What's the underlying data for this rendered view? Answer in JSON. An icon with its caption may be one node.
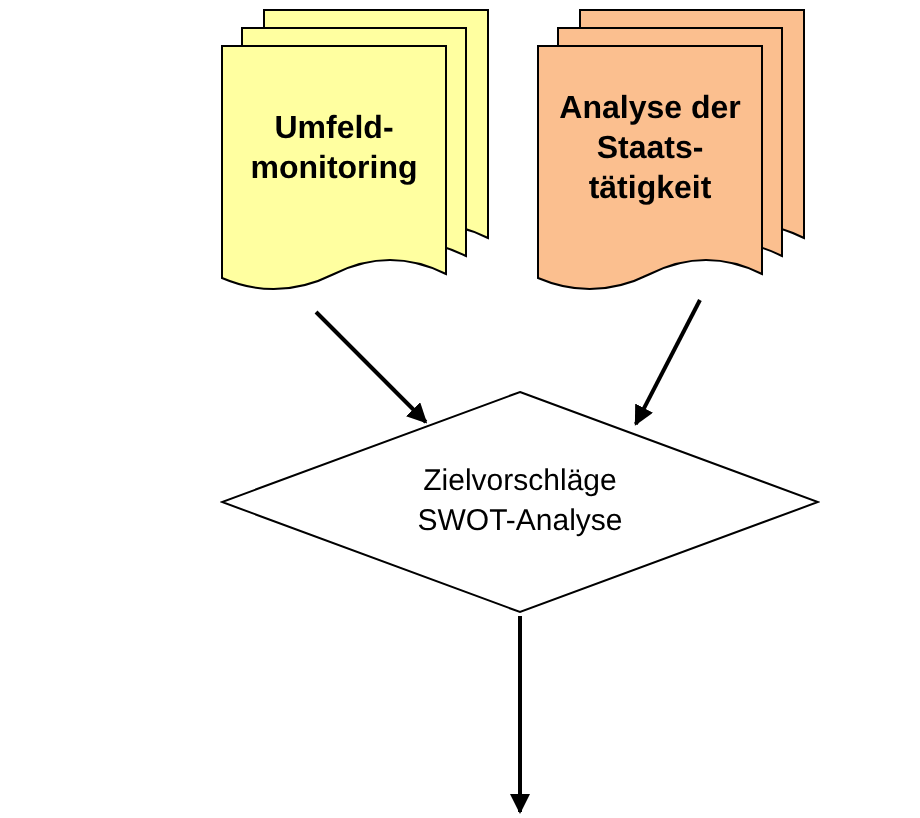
{
  "diagram": {
    "nodes": [
      {
        "text": [
          "Umfeld- monitoring"
        ]
      },
      {
        "text": [
          "Analyse der Staats- tätigkeit"
        ]
      },
      {
        "text": [
          "Zielvorschläge SWOT-Analyse"
        ]
      }
    ],
    "edges": [
      {
        "from": 0,
        "to": 2,
        "arrow": "to"
      },
      {
        "from": 1,
        "to": 2,
        "arrow": "to"
      },
      {
        "from": 2,
        "to": null,
        "arrow": "to"
      }
    ]
  }
}
